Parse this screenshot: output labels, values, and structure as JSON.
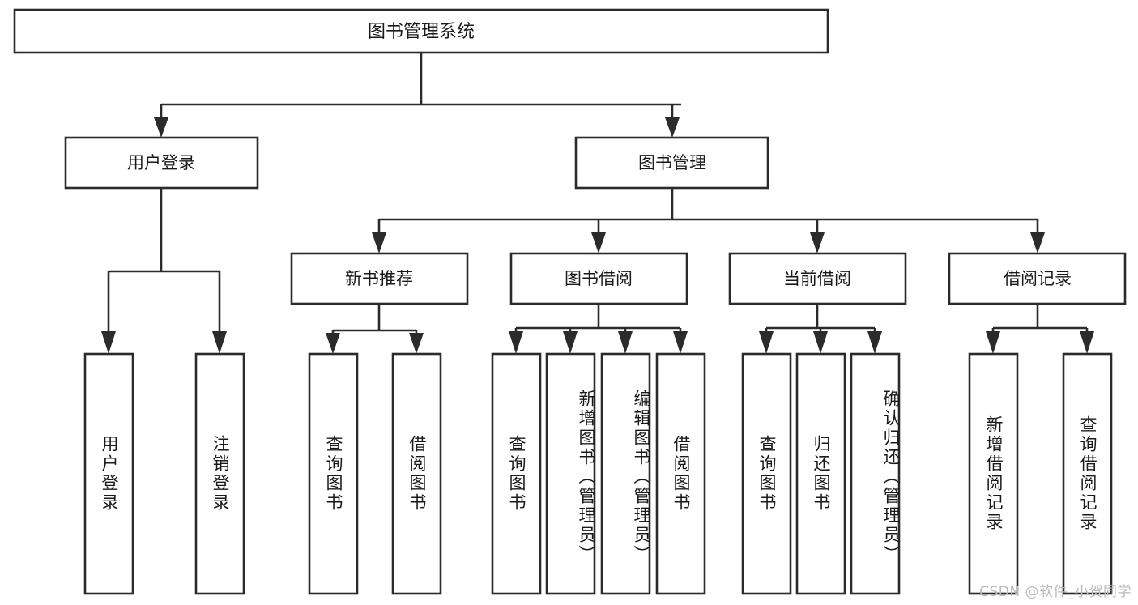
{
  "diagram": {
    "type": "tree-hierarchy",
    "title": "图书管理系统",
    "orientation": "top-down",
    "colors": {
      "box_stroke": "#2b2b2b",
      "box_fill": "#ffffff",
      "connector": "#2b2b2b",
      "text": "#1a1a1a",
      "background": "#ffffff",
      "watermark": "#b9b9b9"
    },
    "root": {
      "label": "图书管理系统"
    },
    "level2": [
      {
        "label": "用户登录"
      },
      {
        "label": "图书管理"
      }
    ],
    "level3": [
      {
        "label": "新书推荐"
      },
      {
        "label": "图书借阅"
      },
      {
        "label": "当前借阅"
      },
      {
        "label": "借阅记录"
      }
    ],
    "leaves": {
      "user_login": [
        {
          "label": "用户登录"
        },
        {
          "label": "注销登录"
        }
      ],
      "new_book_recommend": [
        {
          "label": "查询图书"
        },
        {
          "label": "借阅图书"
        }
      ],
      "book_borrow": [
        {
          "label": "查询图书"
        },
        {
          "label": "新增图书（管理员）"
        },
        {
          "label": "编辑图书（管理员）"
        },
        {
          "label": "借阅图书"
        }
      ],
      "current_borrow": [
        {
          "label": "查询图书"
        },
        {
          "label": "归还图书"
        },
        {
          "label": "确认归还（管理员）"
        }
      ],
      "borrow_record": [
        {
          "label": "新增借阅记录"
        },
        {
          "label": "查询借阅记录"
        }
      ]
    }
  },
  "watermark": {
    "text": "CSDN @软件_小贺同学"
  }
}
